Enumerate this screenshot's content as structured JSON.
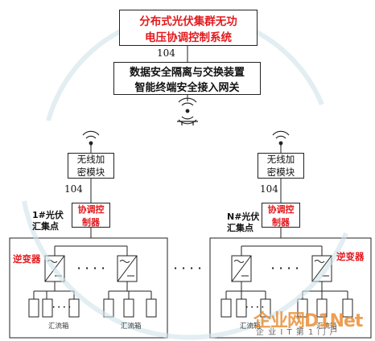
{
  "system": {
    "line1": "分布式光伏集群无功",
    "line2": "电压协调控制系统",
    "ref": "104"
  },
  "gateway": {
    "line1": "数据安全隔离与交换装置",
    "line2": "智能终端安全接入网关"
  },
  "left_cluster": {
    "encrypt_line1": "无线加",
    "encrypt_line2": "密模块",
    "ref": "104",
    "point_line1": "1#光伏",
    "point_line2": "汇集点",
    "ctrl_line1": "协调控",
    "ctrl_line2": "制器",
    "inverter_label": "逆变器",
    "combiner_label_a": "汇流箱",
    "combiner_label_b": "汇流箱"
  },
  "right_cluster": {
    "encrypt_line1": "无线加",
    "encrypt_line2": "密模块",
    "ref": "104",
    "point_line1": "N#光伏",
    "point_line2": "汇集点",
    "ctrl_line1": "协调控",
    "ctrl_line2": "制器",
    "inverter_label": "逆变器",
    "combiner_label_a": "汇流箱",
    "combiner_label_b": "汇流箱"
  },
  "ellipsis": {
    "left": "· · · ·",
    "middle": "· · · ·",
    "right": "· · · ·",
    "left_panels_a": "· · · ·",
    "right_panels_a": "· · · ·"
  },
  "watermark": {
    "brand": "企业网D1Net",
    "footer": "企 业 I T 第 1 门 户"
  }
}
